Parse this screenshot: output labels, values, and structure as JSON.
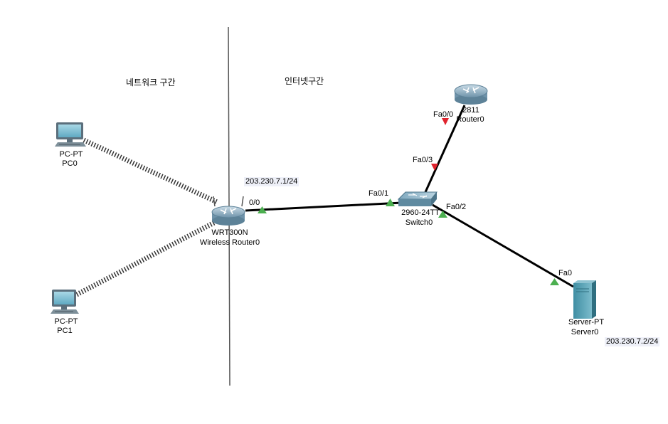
{
  "zones": {
    "left_label": "네트워크 구간",
    "right_label": "인터넷구간"
  },
  "devices": {
    "pc0": {
      "model": "PC-PT",
      "name": "PC0",
      "icon": "desktop-pc-icon"
    },
    "pc1": {
      "model": "PC-PT",
      "name": "PC1",
      "icon": "desktop-pc-icon"
    },
    "wireless_router": {
      "model": "WRT300N",
      "name": "Wireless Router0",
      "icon": "wireless-router-icon"
    },
    "switch": {
      "model": "2960-24TT",
      "name": "Switch0",
      "icon": "switch-icon"
    },
    "router": {
      "model": "2811",
      "name": "Router0",
      "icon": "router-icon"
    },
    "server": {
      "model": "Server-PT",
      "name": "Server0",
      "icon": "server-icon"
    }
  },
  "ports": {
    "wr_internet": "0/0",
    "switch_to_wr": "Fa0/1",
    "switch_to_router": "Fa0/3",
    "router_to_switch": "Fa0/0",
    "switch_to_server": "Fa0/2",
    "server_nic": "Fa0"
  },
  "addresses": {
    "router_wan": "203.230.7.1/24",
    "server": "203.230.7.2/24"
  },
  "link_status_colors": {
    "up": "#4caf50",
    "down": "#e0242e"
  }
}
